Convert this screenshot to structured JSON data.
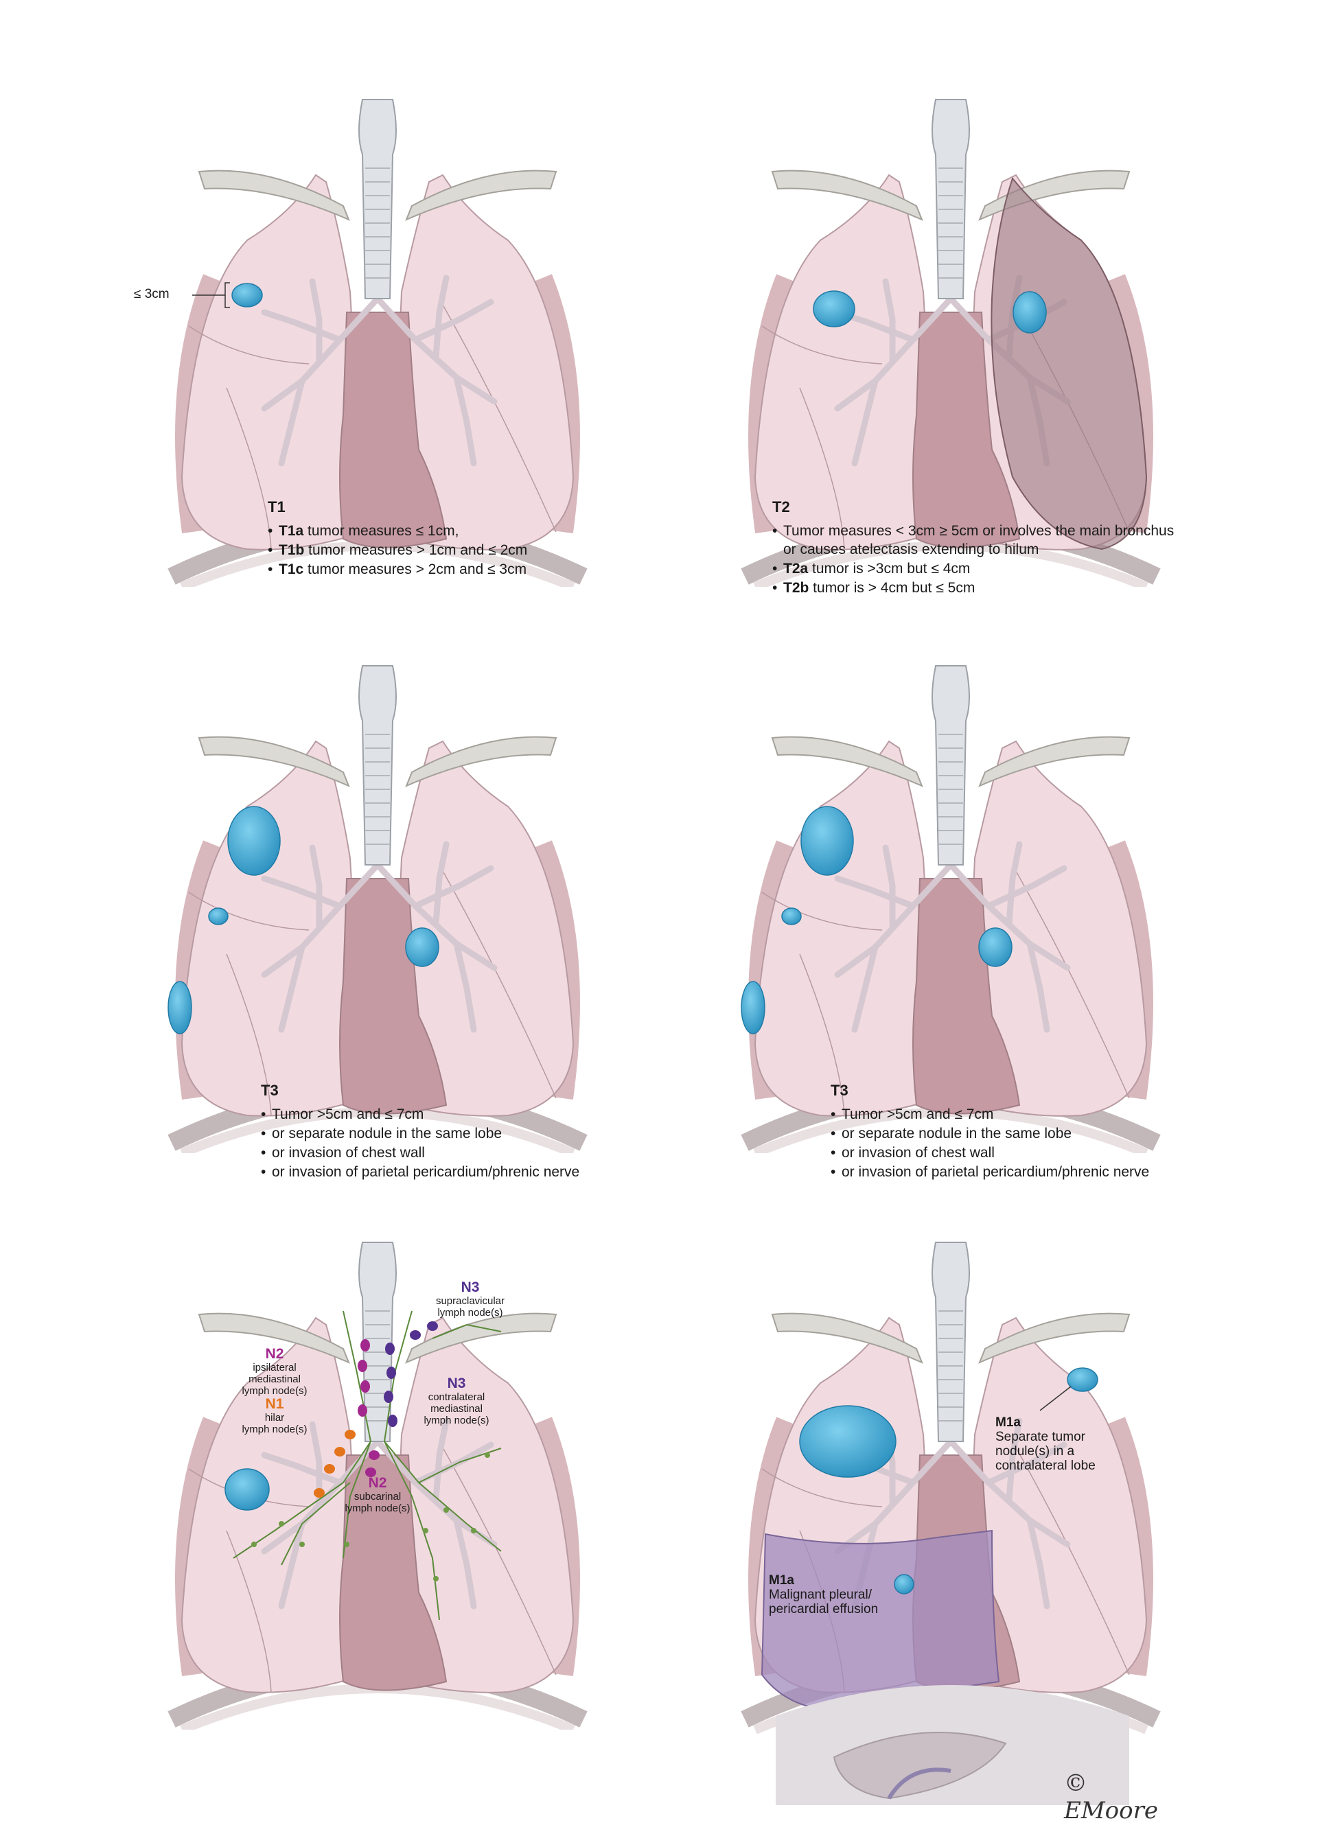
{
  "panels": {
    "t1": {
      "title": "T1",
      "measure_label": "≤ 3cm",
      "items": [
        {
          "code": "T1a",
          "text": " tumor measures ≤ 1cm,"
        },
        {
          "code": "T1b",
          "text": " tumor measures > 1cm and ≤ 2cm"
        },
        {
          "code": "T1c",
          "text": " tumor measures > 2cm and  ≤ 3cm"
        }
      ]
    },
    "t2": {
      "title": "T2",
      "items": [
        {
          "code": "",
          "text": "Tumor measures < 3cm ≥ 5cm or involves the main bronchus or causes atelectasis extending to hilum"
        },
        {
          "code": "T2a",
          "text": " tumor is >3cm but ≤ 4cm"
        },
        {
          "code": "T2b",
          "text": " tumor is > 4cm but ≤ 5cm"
        }
      ]
    },
    "t3_left": {
      "title": "T3",
      "items": [
        "Tumor >5cm and ≤ 7cm",
        "or separate nodule in the same lobe",
        "or invasion of  chest wall",
        "or invasion of parietal pericardium/phrenic nerve"
      ]
    },
    "t3_right": {
      "title": "T3",
      "items": [
        "Tumor >5cm and ≤ 7cm",
        "or separate nodule in the same lobe",
        "or invasion of  chest wall",
        "or invasion of parietal pericardium/phrenic nerve"
      ]
    },
    "n": {
      "labels": {
        "n3_supra": {
          "code": "N3",
          "desc_1": "supraclavicular",
          "desc_2": "lymph node(s)"
        },
        "n2_ipsi": {
          "code": "N2",
          "desc_1": "ipsilateral",
          "desc_2": "mediastinal",
          "desc_3": "lymph node(s)"
        },
        "n1_hilar": {
          "code": "N1",
          "desc_1": "hilar",
          "desc_2": "lymph node(s)"
        },
        "n3_contra": {
          "code": "N3",
          "desc_1": "contralateral",
          "desc_2": "mediastinal",
          "desc_3": "lymph node(s)"
        },
        "n2_sub": {
          "code": "N2",
          "desc_1": "subcarinal",
          "desc_2": "lymph node(s)"
        }
      }
    },
    "m": {
      "separate": {
        "code": "M1a",
        "desc_1": "Separate tumor",
        "desc_2": "nodule(s) in a",
        "desc_3": "contralateral lobe"
      },
      "effusion": {
        "code": "M1a",
        "desc_1": "Malignant pleural/",
        "desc_2": "pericardial effusion"
      },
      "signature": "© EMoore"
    }
  },
  "colors": {
    "lung": "#f2dbe0",
    "lung_edge": "#b79aa2",
    "bone": "#dcdad4",
    "bone_edge": "#a4a19b",
    "heart": "#c59aa2",
    "tumor": "#3fa9d3",
    "trachea": "#dfe2e6",
    "n1": "#e3741c",
    "n2": "#a3288e",
    "n3": "#53328f",
    "lymph_vessel": "#5a8a3a"
  }
}
